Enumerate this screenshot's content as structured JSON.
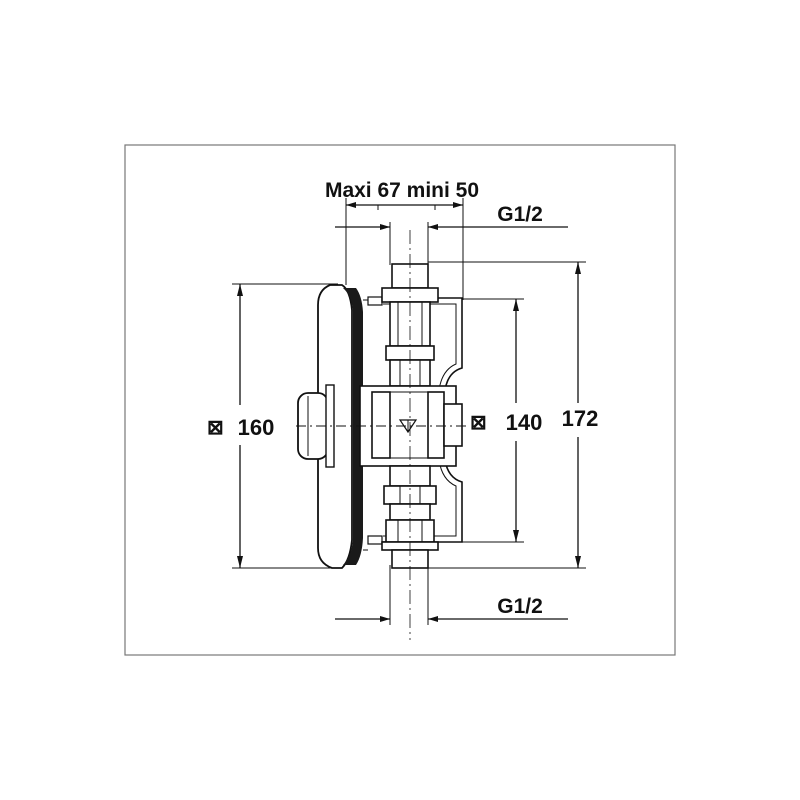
{
  "drawing": {
    "top_label": "Maxi 67 mini 50",
    "thread_top": "G1/2",
    "thread_bottom": "G1/2",
    "dim_plate": "160",
    "dim_box": "140",
    "dim_height": "172",
    "square_symbol": "⊠"
  }
}
